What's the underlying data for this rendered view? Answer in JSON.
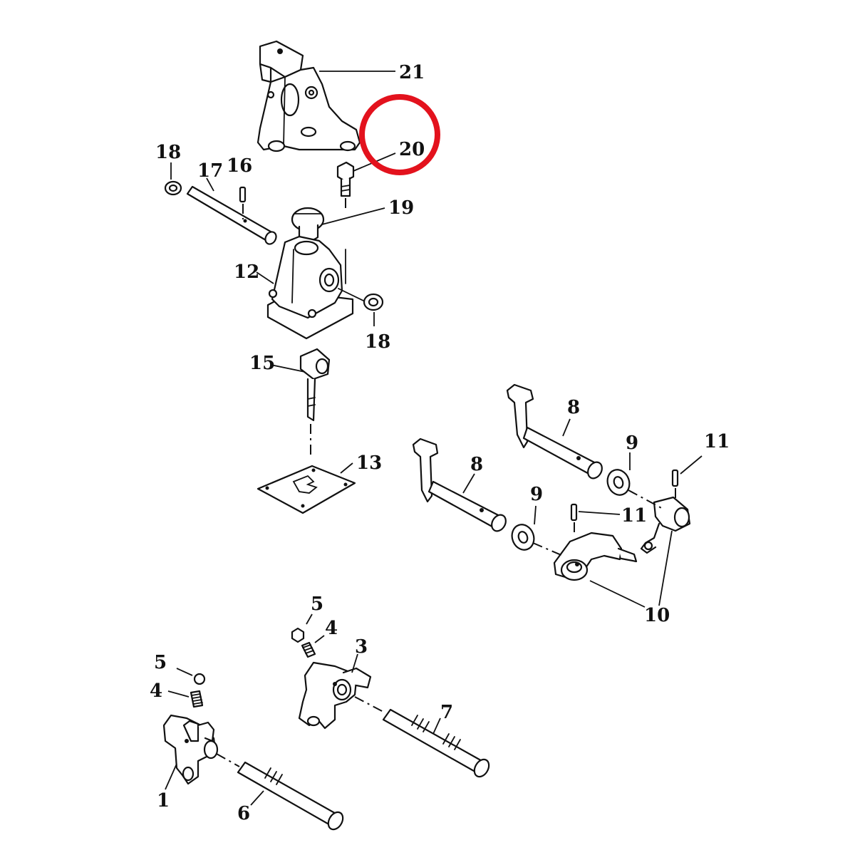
{
  "labels": {
    "p1": "1",
    "p3": "3",
    "p4a": "4",
    "p4b": "4",
    "p5a": "5",
    "p5b": "5",
    "p6": "6",
    "p7": "7",
    "p8a": "8",
    "p8b": "8",
    "p9a": "9",
    "p9b": "9",
    "p10": "10",
    "p11a": "11",
    "p11b": "11",
    "p12": "12",
    "p13": "13",
    "p15": "15",
    "p16": "16",
    "p17": "17",
    "p18a": "18",
    "p18b": "18",
    "p19": "19",
    "p20": "20",
    "p21": "21"
  },
  "highlight": {
    "target": "20",
    "color": "#e3121d"
  },
  "colors": {
    "ink": "#111111",
    "paper": "#ffffff"
  }
}
